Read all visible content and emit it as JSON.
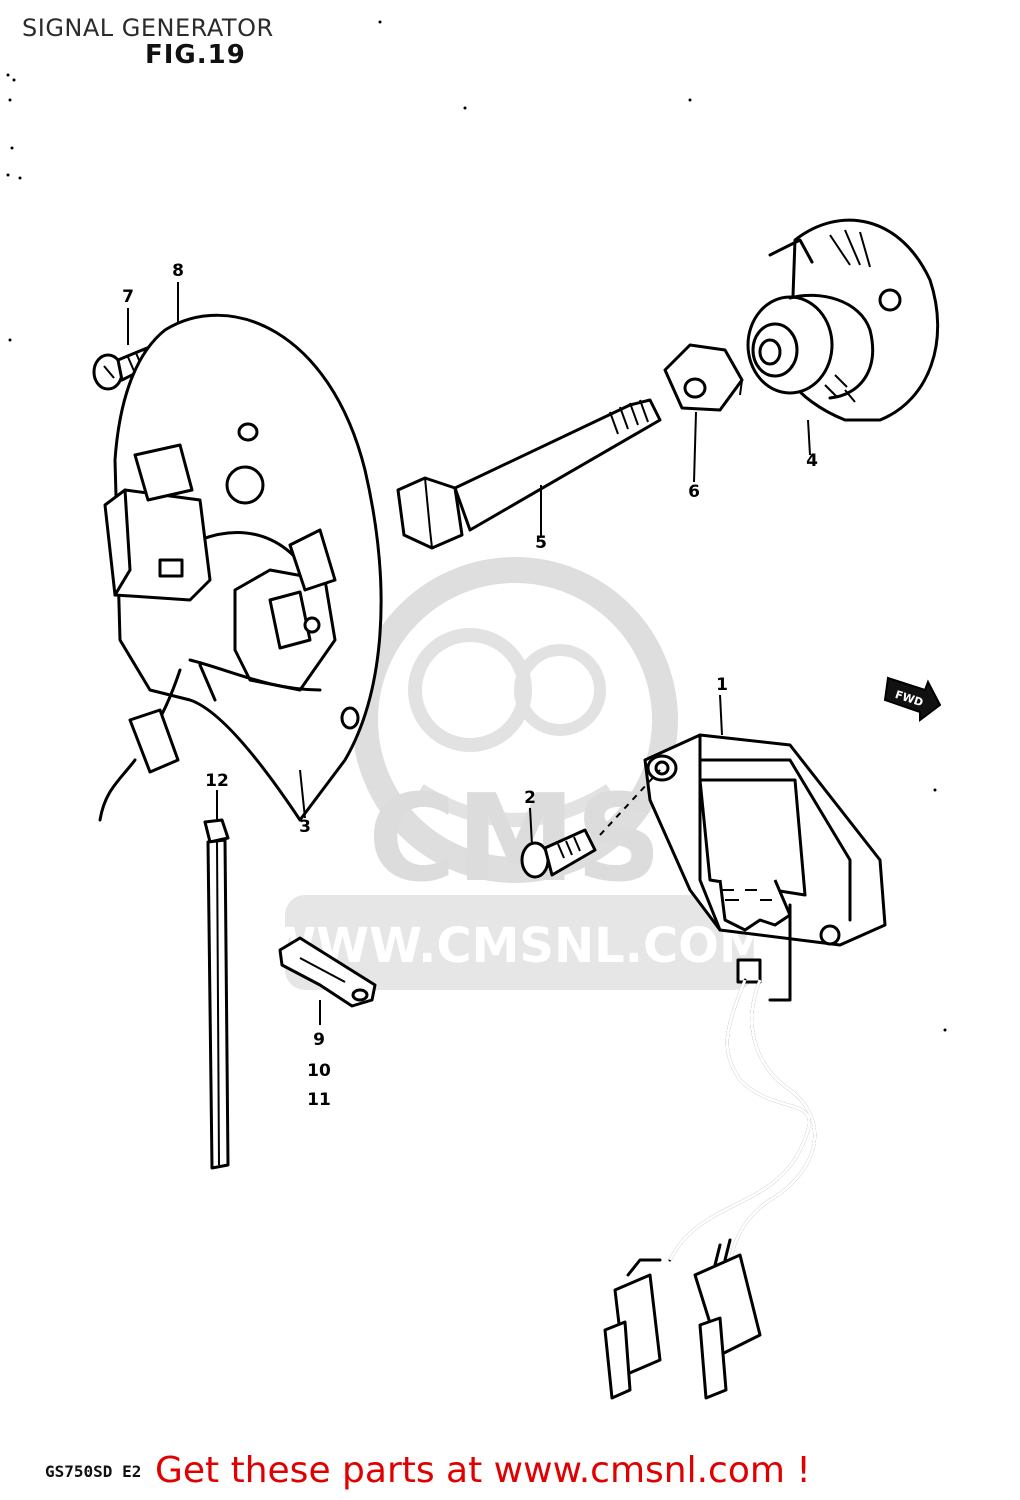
{
  "header": {
    "title": "SIGNAL GENERATOR",
    "figure": "FIG.19"
  },
  "watermark": {
    "url_text": "WWW.CMSNL.COM",
    "logo_text": "CMS"
  },
  "parts": [
    {
      "ref": "1"
    },
    {
      "ref": "2"
    },
    {
      "ref": "3"
    },
    {
      "ref": "4"
    },
    {
      "ref": "5"
    },
    {
      "ref": "6"
    },
    {
      "ref": "7"
    },
    {
      "ref": "8"
    },
    {
      "ref": "9"
    },
    {
      "ref": "10"
    },
    {
      "ref": "11"
    },
    {
      "ref": "12"
    }
  ],
  "direction_marker": "FWD",
  "footer": {
    "model": "GS750SD E2",
    "cta": "Get these parts at www.cmsnl.com !"
  },
  "colors": {
    "cta": "#e00000",
    "watermark": "#d8d8d8",
    "ink": "#000000"
  }
}
